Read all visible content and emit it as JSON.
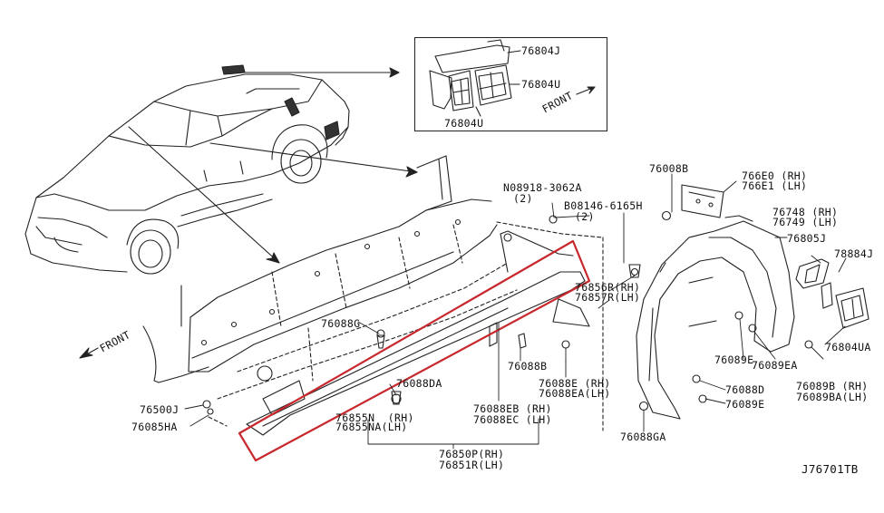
{
  "diagram_id": "J76701TB",
  "front_label": "FRONT",
  "inset": {
    "labels": [
      "76804J",
      "76804U",
      "76804U"
    ]
  },
  "labels": {
    "n08918": "N08918-3062A",
    "n08918_qty": "(2)",
    "b08146": "B08146-6165H",
    "b08146_qty": "(2)",
    "p76008B": "76008B",
    "p766E0": "766E0 (RH)",
    "p766E1": "766E1 (LH)",
    "p76748": "76748 (RH)",
    "p76749": "76749 (LH)",
    "p76805J": "76805J",
    "p78884J": "78884J",
    "p76856R": "76856R(RH)",
    "p76857R": "76857R(LH)",
    "p76088G": "76088G",
    "p76088B": "76088B",
    "p76089E_a": "76089E",
    "p76089EA": "76089EA",
    "p76804UA": "76804UA",
    "p76089B": "76089B (RH)",
    "p76089BA": "76089BA(LH)",
    "p76088D": "76088D",
    "p76089E_b": "76089E",
    "p76088GA": "76088GA",
    "p76088E": "76088E (RH)",
    "p76088EA": "76088EA(LH)",
    "p76088EB": "76088EB (RH)",
    "p76088EC": "76088EC (LH)",
    "p76088DA": "76088DA",
    "p76855N": "76855N  (RH)",
    "p76855NA": "76855NA(LH)",
    "p76850P": "76850P(RH)",
    "p76851R": "76851R(LH)",
    "p76500J": "76500J",
    "p76085HA": "76085HA"
  },
  "colors": {
    "line": "#222222",
    "highlight": "#c8282d",
    "background": "#ffffff"
  }
}
